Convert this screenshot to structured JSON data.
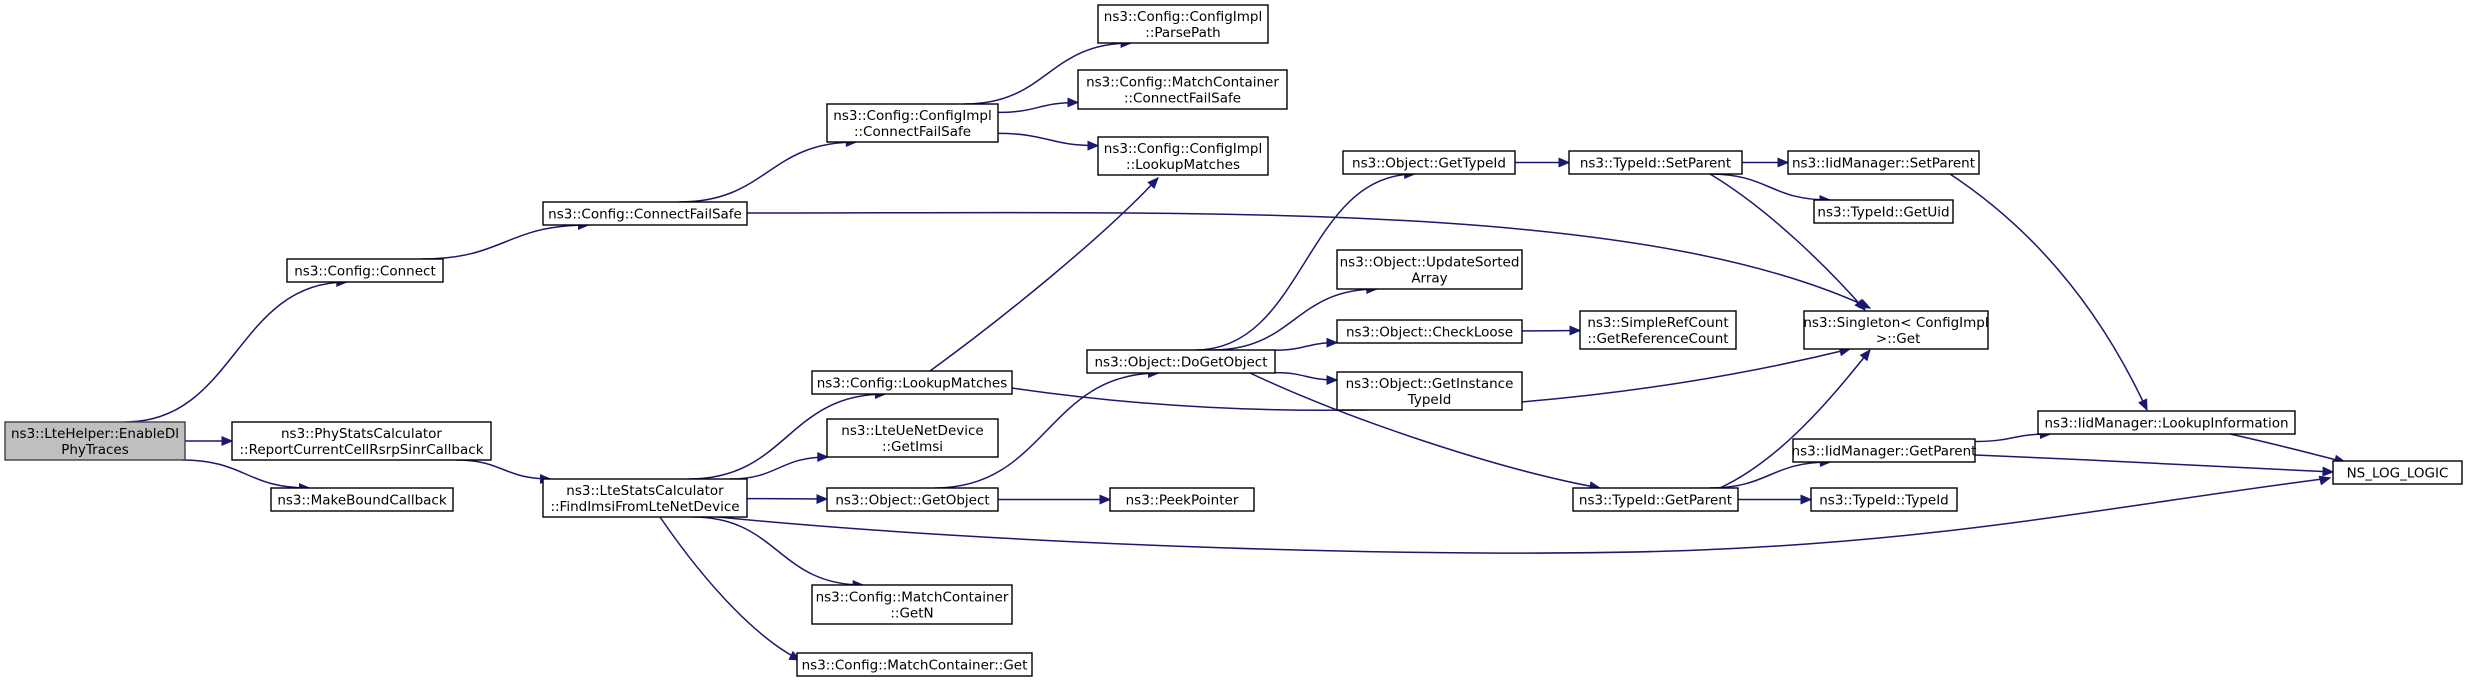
{
  "graph": {
    "nodes": [
      {
        "id": "root",
        "lines": [
          "ns3::LteHelper::EnableDl",
          "PhyTraces"
        ]
      },
      {
        "id": "config_connect",
        "lines": [
          "ns3::Config::Connect"
        ]
      },
      {
        "id": "connect_failsafe",
        "lines": [
          "ns3::Config::ConnectFailSafe"
        ]
      },
      {
        "id": "impl_connect_failsafe",
        "lines": [
          "ns3::Config::ConfigImpl",
          "::ConnectFailSafe"
        ]
      },
      {
        "id": "impl_parsepath",
        "lines": [
          "ns3::Config::ConfigImpl",
          "::ParsePath"
        ]
      },
      {
        "id": "mc_connect_failsafe",
        "lines": [
          "ns3::Config::MatchContainer",
          "::ConnectFailSafe"
        ]
      },
      {
        "id": "impl_lookupmatches",
        "lines": [
          "ns3::Config::ConfigImpl",
          "::LookupMatches"
        ]
      },
      {
        "id": "phystats_report",
        "lines": [
          "ns3::PhyStatsCalculator",
          "::ReportCurrentCellRsrpSinrCallback"
        ]
      },
      {
        "id": "make_bound_callback",
        "lines": [
          "ns3::MakeBoundCallback"
        ]
      },
      {
        "id": "find_imsi",
        "lines": [
          "ns3::LteStatsCalculator",
          "::FindImsiFromLteNetDevice"
        ]
      },
      {
        "id": "config_lookupmatches",
        "lines": [
          "ns3::Config::LookupMatches"
        ]
      },
      {
        "id": "lte_ue_getimsi",
        "lines": [
          "ns3::LteUeNetDevice",
          "::GetImsi"
        ]
      },
      {
        "id": "object_getobject",
        "lines": [
          "ns3::Object::GetObject"
        ]
      },
      {
        "id": "mc_getn",
        "lines": [
          "ns3::Config::MatchContainer",
          "::GetN"
        ]
      },
      {
        "id": "mc_get",
        "lines": [
          "ns3::Config::MatchContainer::Get"
        ]
      },
      {
        "id": "peek_pointer",
        "lines": [
          "ns3::PeekPointer"
        ]
      },
      {
        "id": "object_dogetobject",
        "lines": [
          "ns3::Object::DoGetObject"
        ]
      },
      {
        "id": "object_gettypeid",
        "lines": [
          "ns3::Object::GetTypeId"
        ]
      },
      {
        "id": "object_updatesorted",
        "lines": [
          "ns3::Object::UpdateSorted",
          "Array"
        ]
      },
      {
        "id": "object_checkloose",
        "lines": [
          "ns3::Object::CheckLoose"
        ]
      },
      {
        "id": "object_getinstance",
        "lines": [
          "ns3::Object::GetInstance",
          "TypeId"
        ]
      },
      {
        "id": "simplerefcount",
        "lines": [
          "ns3::SimpleRefCount",
          "::GetReferenceCount"
        ]
      },
      {
        "id": "typeid_setparent",
        "lines": [
          "ns3::TypeId::SetParent"
        ]
      },
      {
        "id": "typeid_getparent",
        "lines": [
          "ns3::TypeId::GetParent"
        ]
      },
      {
        "id": "iid_setparent",
        "lines": [
          "ns3::IidManager::SetParent"
        ]
      },
      {
        "id": "typeid_getuid",
        "lines": [
          "ns3::TypeId::GetUid"
        ]
      },
      {
        "id": "singleton_get",
        "lines": [
          "ns3::Singleton< ConfigImpl",
          " >::Get"
        ]
      },
      {
        "id": "iid_getparent",
        "lines": [
          "ns3::IidManager::GetParent"
        ]
      },
      {
        "id": "typeid_typeid",
        "lines": [
          "ns3::TypeId::TypeId"
        ]
      },
      {
        "id": "iid_lookupinfo",
        "lines": [
          "ns3::IidManager::LookupInformation"
        ]
      },
      {
        "id": "ns_log_logic",
        "lines": [
          "NS_LOG_LOGIC"
        ]
      }
    ],
    "edges": [
      [
        "root",
        "config_connect"
      ],
      [
        "root",
        "phystats_report"
      ],
      [
        "root",
        "make_bound_callback"
      ],
      [
        "config_connect",
        "connect_failsafe"
      ],
      [
        "connect_failsafe",
        "impl_connect_failsafe"
      ],
      [
        "connect_failsafe",
        "singleton_get"
      ],
      [
        "impl_connect_failsafe",
        "impl_parsepath"
      ],
      [
        "impl_connect_failsafe",
        "mc_connect_failsafe"
      ],
      [
        "impl_connect_failsafe",
        "impl_lookupmatches"
      ],
      [
        "phystats_report",
        "find_imsi"
      ],
      [
        "find_imsi",
        "config_lookupmatches"
      ],
      [
        "find_imsi",
        "lte_ue_getimsi"
      ],
      [
        "find_imsi",
        "object_getobject"
      ],
      [
        "find_imsi",
        "mc_getn"
      ],
      [
        "find_imsi",
        "mc_get"
      ],
      [
        "find_imsi",
        "ns_log_logic"
      ],
      [
        "config_lookupmatches",
        "impl_lookupmatches"
      ],
      [
        "config_lookupmatches",
        "singleton_get"
      ],
      [
        "object_getobject",
        "object_dogetobject"
      ],
      [
        "object_getobject",
        "peek_pointer"
      ],
      [
        "object_dogetobject",
        "object_gettypeid"
      ],
      [
        "object_dogetobject",
        "object_updatesorted"
      ],
      [
        "object_dogetobject",
        "object_checkloose"
      ],
      [
        "object_dogetobject",
        "object_getinstance"
      ],
      [
        "object_dogetobject",
        "typeid_getparent"
      ],
      [
        "object_gettypeid",
        "typeid_setparent"
      ],
      [
        "object_checkloose",
        "simplerefcount"
      ],
      [
        "typeid_setparent",
        "iid_setparent"
      ],
      [
        "typeid_setparent",
        "typeid_getuid"
      ],
      [
        "typeid_setparent",
        "singleton_get"
      ],
      [
        "iid_setparent",
        "iid_lookupinfo"
      ],
      [
        "typeid_getparent",
        "singleton_get"
      ],
      [
        "typeid_getparent",
        "iid_getparent"
      ],
      [
        "typeid_getparent",
        "typeid_typeid"
      ],
      [
        "iid_getparent",
        "iid_lookupinfo"
      ],
      [
        "iid_getparent",
        "ns_log_logic"
      ],
      [
        "iid_lookupinfo",
        "ns_log_logic"
      ]
    ]
  }
}
